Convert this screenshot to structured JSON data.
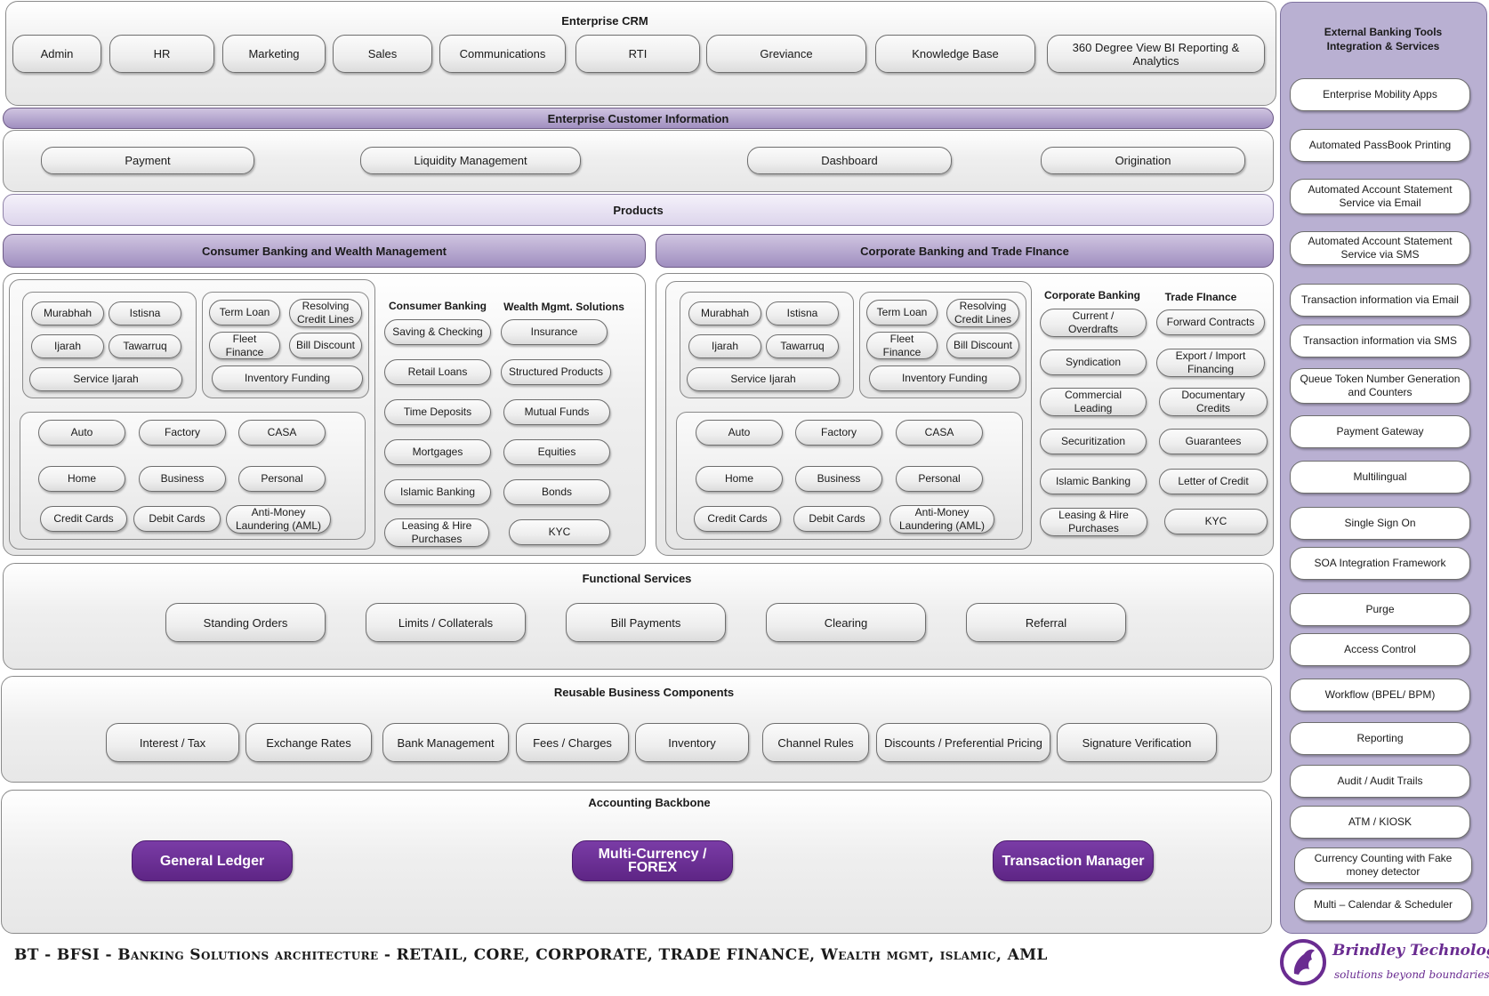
{
  "crm": {
    "title": "Enterprise CRM",
    "items": [
      "Admin",
      "HR",
      "Marketing",
      "Sales",
      "Communications",
      "RTI",
      "Greviance",
      "Knowledge Base",
      "360 Degree View BI Reporting & Analytics"
    ]
  },
  "eci": {
    "title": "Enterprise Customer Information",
    "items": [
      "Payment",
      "Liquidity Management",
      "Dashboard",
      "Origination"
    ]
  },
  "products": {
    "title": "Products"
  },
  "consumer": {
    "title": "Consumer Banking and Wealth Management",
    "islamic": [
      "Murabhah",
      "Istisna",
      "Ijarah",
      "Tawarruq",
      "Service Ijarah"
    ],
    "lending": [
      "Term Loan",
      "Resolving\nCredit Lines",
      "Fleet\nFinance",
      "Bill Discount",
      "Inventory Funding"
    ],
    "accounts": [
      "Auto",
      "Factory",
      "CASA",
      "Home",
      "Business",
      "Personal",
      "Credit Cards",
      "Debit Cards",
      "Anti-Money\nLaundering (AML)"
    ],
    "consumer_banking_label": "Consumer Banking",
    "consumer_banking": [
      "Saving & Checking",
      "Retail Loans",
      "Time Deposits",
      "Mortgages",
      "Islamic Banking",
      "Leasing & Hire\nPurchases"
    ],
    "wealth_label": "Wealth Mgmt. Solutions",
    "wealth": [
      "Insurance",
      "Structured Products",
      "Mutual Funds",
      "Equities",
      "Bonds",
      "KYC"
    ]
  },
  "corporate": {
    "title": "Corporate Banking and Trade FInance",
    "islamic": [
      "Murabhah",
      "Istisna",
      "Ijarah",
      "Tawarruq",
      "Service Ijarah"
    ],
    "lending": [
      "Term Loan",
      "Resolving\nCredit Lines",
      "Fleet\nFinance",
      "Bill Discount",
      "Inventory Funding"
    ],
    "accounts": [
      "Auto",
      "Factory",
      "CASA",
      "Home",
      "Business",
      "Personal",
      "Credit Cards",
      "Debit Cards",
      "Anti-Money\nLaundering (AML)"
    ],
    "corp_label": "Corporate Banking",
    "corp": [
      "Current /\nOverdrafts",
      "Syndication",
      "Commercial\nLeading",
      "Securitization",
      "Islamic Banking",
      "Leasing & Hire\nPurchases"
    ],
    "trade_label": "Trade FInance",
    "trade": [
      "Forward Contracts",
      "Export / Import\nFinancing",
      "Documentary\nCredits",
      "Guarantees",
      "Letter of Credit",
      "KYC"
    ]
  },
  "functional": {
    "title": "Functional Services",
    "items": [
      "Standing Orders",
      "Limits / Collaterals",
      "Bill Payments",
      "Clearing",
      "Referral"
    ]
  },
  "reusable": {
    "title": "Reusable Business Components",
    "items": [
      "Interest / Tax",
      "Exchange Rates",
      "Bank Management",
      "Fees / Charges",
      "Inventory",
      "Channel Rules",
      "Discounts / Preferential Pricing",
      "Signature Verification"
    ]
  },
  "accounting": {
    "title": "Accounting Backbone",
    "items": [
      "General Ledger",
      "Multi-Currency / FOREX",
      "Transaction Manager"
    ]
  },
  "external": {
    "title": "External Banking Tools\nIntegration & Services",
    "items": [
      "Enterprise Mobility Apps",
      "Automated PassBook Printing",
      "Automated Account Statement\nService via Email",
      "Automated Account Statement\nService via SMS",
      "Transaction information via Email",
      "Transaction information via SMS",
      "Queue Token Number Generation\nand Counters",
      "Payment Gateway",
      "Multilingual",
      "Single Sign On",
      "SOA Integration Framework",
      "Purge",
      "Access Control",
      "Workflow (BPEL/ BPM)",
      "Reporting",
      "Audit / Audit Trails",
      "ATM / KIOSK",
      "Currency Counting with Fake\nmoney detector",
      "Multi – Calendar & Scheduler"
    ]
  },
  "footer": {
    "text": "BT - BFSI - Banking Solutions architecture - RETAIL, CORE, CORPORATE, TRADE FINANCE, Wealth mgmt, islamic, AML"
  },
  "logo": {
    "name": "Brindley Technologies",
    "tagline": "solutions beyond boundaries…",
    "color": "#6a2c91"
  }
}
